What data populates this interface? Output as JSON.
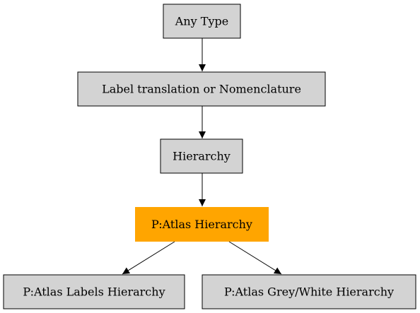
{
  "colors": {
    "node_fill": "#d3d3d3",
    "highlight_fill": "#ffa500",
    "stroke": "#000000",
    "background": "#ffffff"
  },
  "nodes": [
    {
      "id": "any-type",
      "label": "Any Type",
      "highlighted": false
    },
    {
      "id": "label-translation",
      "label": "Label translation or Nomenclature",
      "highlighted": false
    },
    {
      "id": "hierarchy",
      "label": "Hierarchy",
      "highlighted": false
    },
    {
      "id": "patlas-hierarchy",
      "label": "P:Atlas Hierarchy",
      "highlighted": true
    },
    {
      "id": "patlas-labels-hierarchy",
      "label": "P:Atlas Labels Hierarchy",
      "highlighted": false
    },
    {
      "id": "patlas-grey-white-hierarchy",
      "label": "P:Atlas Grey/White Hierarchy",
      "highlighted": false
    }
  ],
  "edges": [
    {
      "from": "any-type",
      "to": "label-translation"
    },
    {
      "from": "label-translation",
      "to": "hierarchy"
    },
    {
      "from": "hierarchy",
      "to": "patlas-hierarchy"
    },
    {
      "from": "patlas-hierarchy",
      "to": "patlas-labels-hierarchy"
    },
    {
      "from": "patlas-hierarchy",
      "to": "patlas-grey-white-hierarchy"
    }
  ]
}
